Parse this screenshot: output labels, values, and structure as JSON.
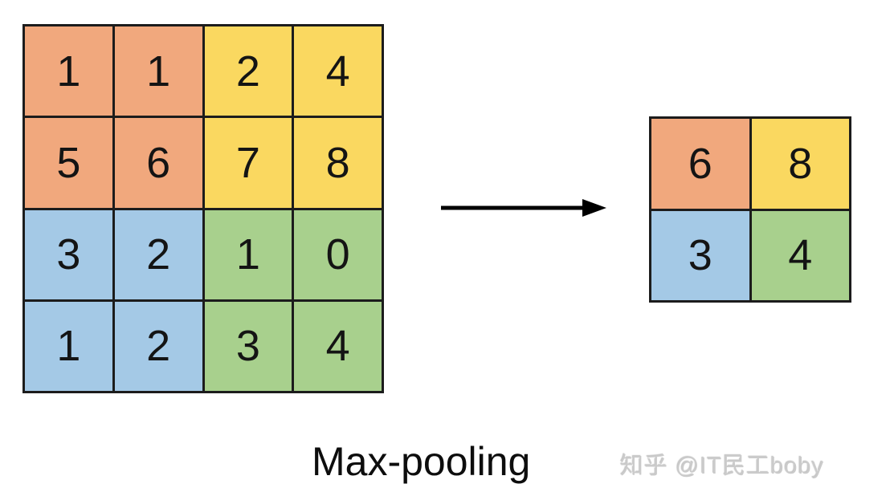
{
  "diagram_title": "Max-pooling",
  "caption": "Max-pooling",
  "watermark": "知乎 @IT民工boby",
  "colors": {
    "orange": "#F1A87D",
    "yellow": "#FAD860",
    "blue": "#A4C9E6",
    "green": "#A8D08D",
    "grid_line": "#1c1c1c",
    "arrow": "#000000",
    "background": "#ffffff",
    "watermark_gray": "#cbcbcb"
  },
  "input_grid": {
    "rows": 4,
    "cols": 4,
    "values": [
      [
        1,
        1,
        2,
        4
      ],
      [
        5,
        6,
        7,
        8
      ],
      [
        3,
        2,
        1,
        0
      ],
      [
        1,
        2,
        3,
        4
      ]
    ],
    "cell_colors": [
      [
        "orange",
        "orange",
        "yellow",
        "yellow"
      ],
      [
        "orange",
        "orange",
        "yellow",
        "yellow"
      ],
      [
        "blue",
        "blue",
        "green",
        "green"
      ],
      [
        "blue",
        "blue",
        "green",
        "green"
      ]
    ]
  },
  "output_grid": {
    "rows": 2,
    "cols": 2,
    "values": [
      [
        6,
        8
      ],
      [
        3,
        4
      ]
    ],
    "cell_colors": [
      [
        "orange",
        "yellow"
      ],
      [
        "blue",
        "green"
      ]
    ]
  }
}
